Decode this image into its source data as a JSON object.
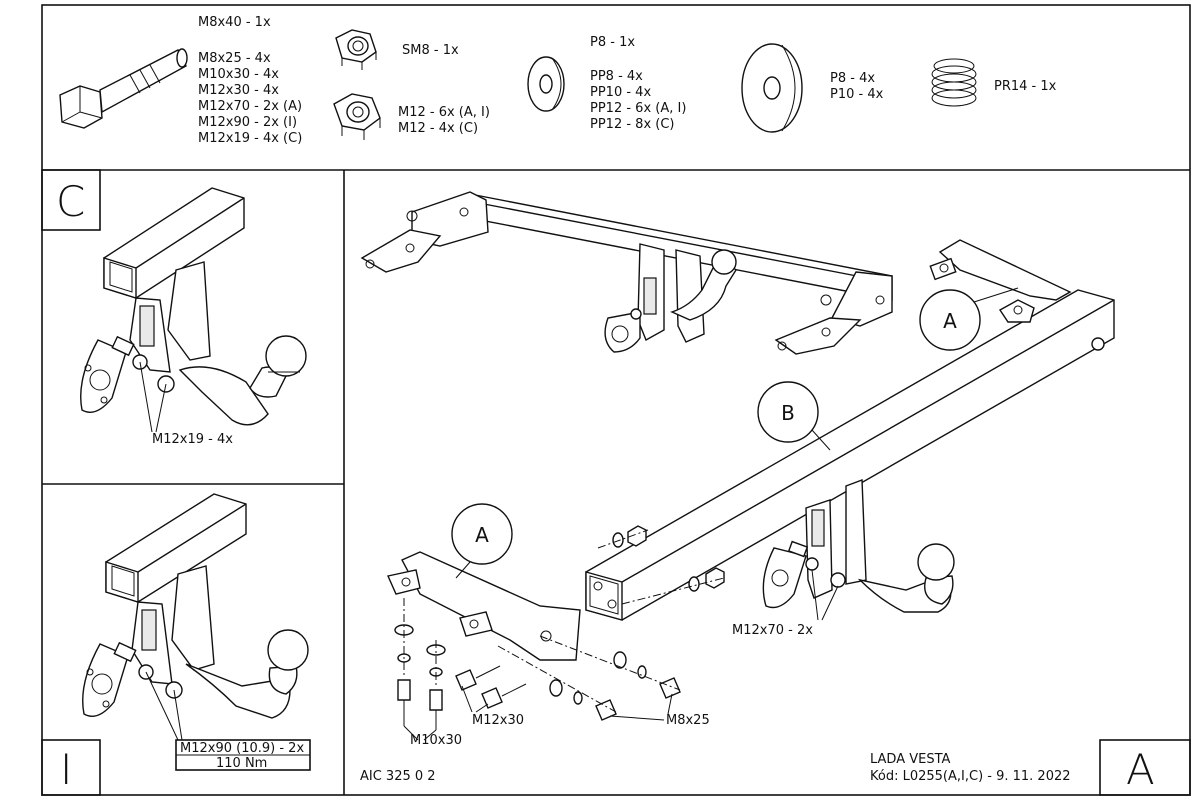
{
  "parts": {
    "bolt_lines": [
      "M8x40 - 1x",
      "M8x25 - 4x",
      "M10x30 - 4x",
      "M12x30 - 4x",
      "M12x70 - 2x (A)",
      "M12x90 - 2x (I)",
      "M12x19 - 4x (C)"
    ],
    "nut_small": "SM8 - 1x",
    "nut_large_lines": [
      "M12 - 6x (A, I)",
      "M12 - 4x (C)"
    ],
    "washer_small_lines": [
      "P8 - 1x",
      "PP8 - 4x",
      "PP10 - 4x",
      "PP12 - 6x (A, I)",
      "PP12 - 8x (C)"
    ],
    "washer_large_lines": [
      "P8 - 4x",
      "P10 - 4x"
    ],
    "spring": "PR14 - 1x"
  },
  "panels": {
    "c": {
      "letter": "C",
      "callout": "M12x19 - 4x"
    },
    "i": {
      "letter": "I",
      "callout_line1": "M12x90 (10.9) - 2x",
      "callout_line2": "110 Nm"
    }
  },
  "main": {
    "label_a_top": "A",
    "label_b": "B",
    "label_a_bottom": "A",
    "callout_m12x70": "M12x70 - 2x",
    "callout_m12x30": "M12x30",
    "callout_m10x30": "M10x30",
    "callout_m8x25": "M8x25"
  },
  "footer": {
    "drawing_no": "AIC 325 0 2",
    "vehicle": "LADA VESTA",
    "code": "Kód: L0255(A,I,C) - 9. 11. 2022",
    "variant_letter": "A"
  }
}
